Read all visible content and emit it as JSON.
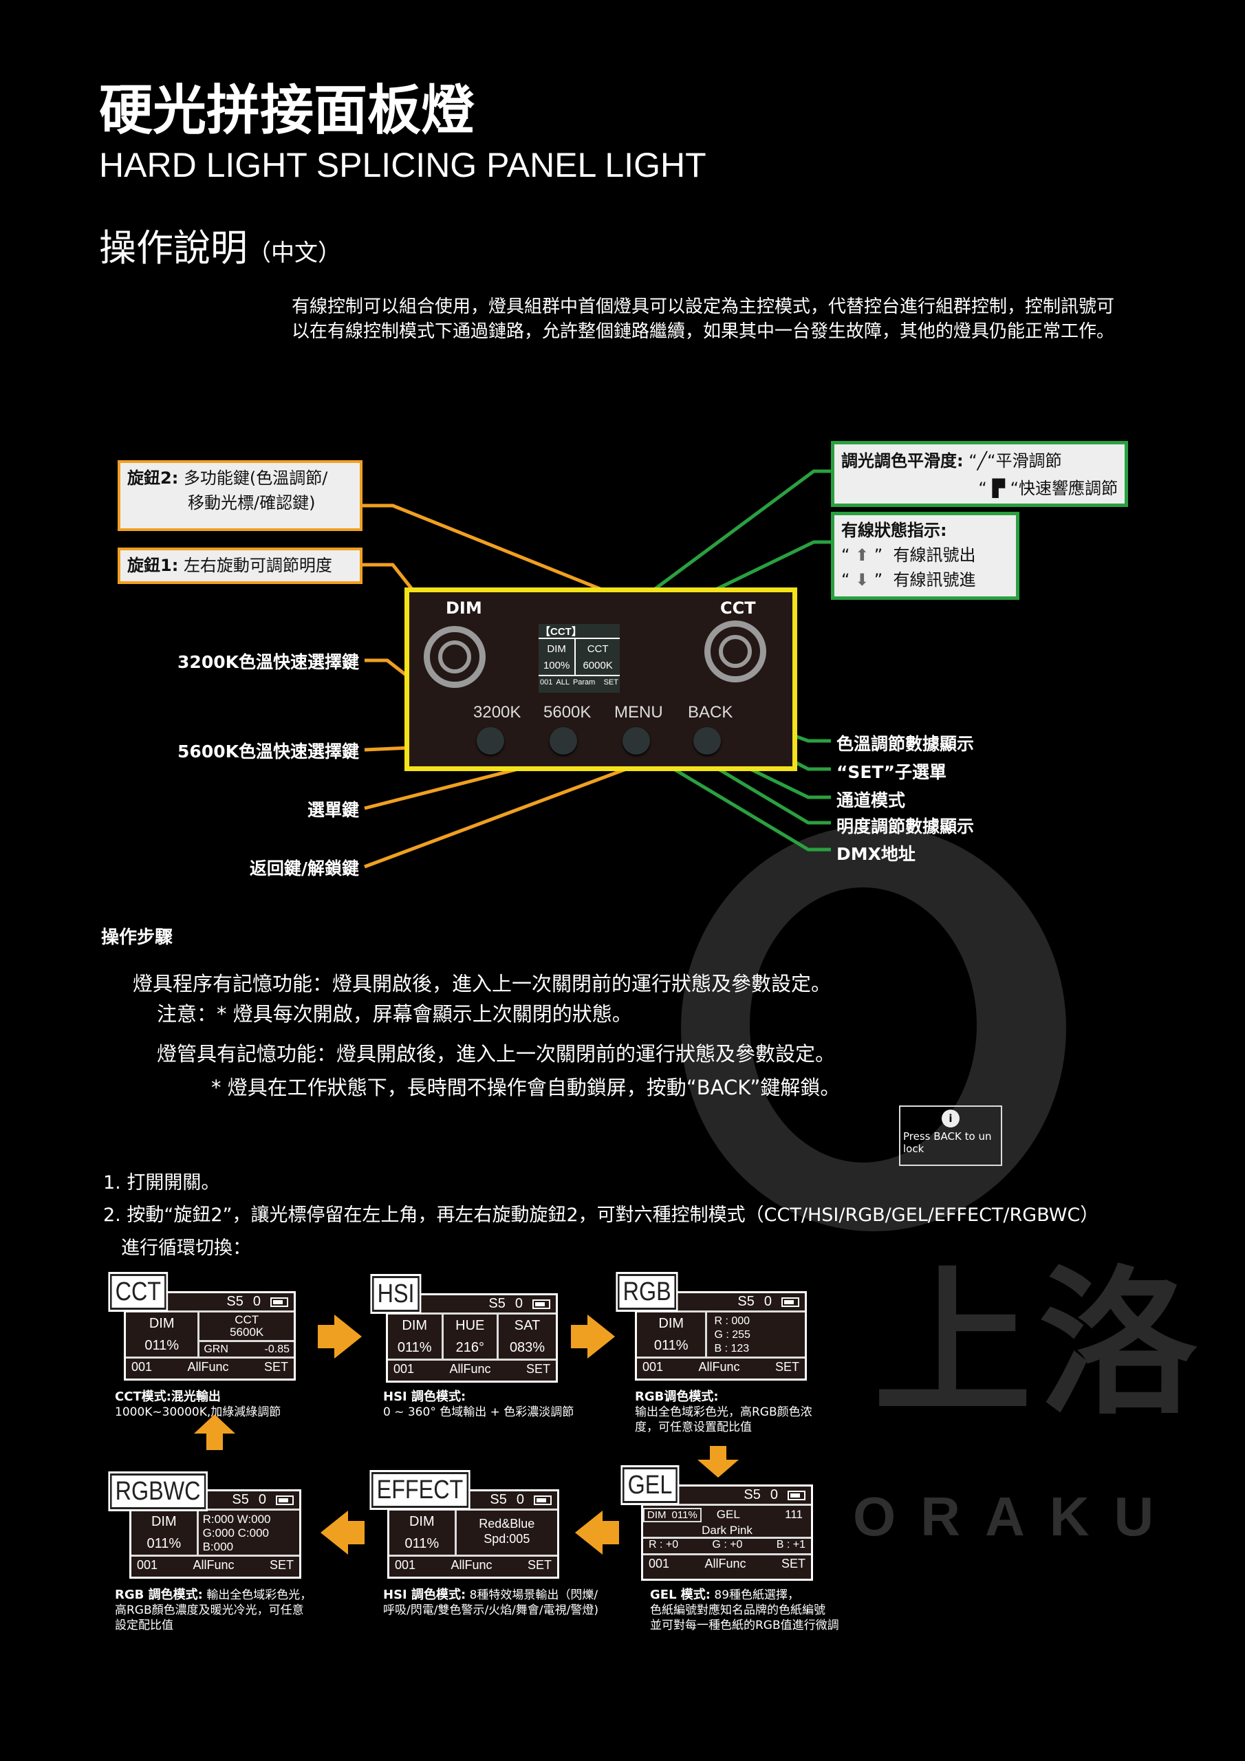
{
  "brand": {
    "logo_text": "上洛",
    "logo_latin": "ORAKU"
  },
  "header": {
    "title": "硬光拼接面板燈",
    "subtitle": "HARD LIGHT SPLICING PANEL LIGHT",
    "section": "操作說明",
    "section_note": "（中文）"
  },
  "intro": "有線控制可以組合使用，燈具組群中首個燈具可以設定為主控模式，代替控台進行組群控制，控制訊號可以在有線控制模式下通過鏈路，允許整個鏈路繼續，如果其中一台發生故障，其他的燈具仍能正常工作。",
  "callouts": {
    "knob2_title": "旋鈕2:",
    "knob2_line1": "多功能鍵(色溫調節/",
    "knob2_line2": "移動光標/確認鍵)",
    "knob1_title": "旋鈕1:",
    "knob1_text": "左右旋動可調節明度",
    "k3200": "3200K色溫快速選擇鍵",
    "k5600": "5600K色溫快速選擇鍵",
    "menu": "選單鍵",
    "back": "返回鍵/解鎖鍵",
    "smooth_title": "調光調色平滑度:",
    "smooth_1": "平滑調節",
    "smooth_2": "快速響應調節",
    "wired_title": "有線狀態指示:",
    "wired_out": "有線訊號出",
    "wired_in": "有線訊號進",
    "cct_display": "色溫調節數據顯示",
    "set_menu": "“SET”子選單",
    "channel_mode": "通道模式",
    "dim_display": "明度調節數據顯示",
    "dmx": "DMX地址"
  },
  "panel": {
    "dim": "DIM",
    "cct": "CCT",
    "buttons": [
      "3200K",
      "5600K",
      "MENU",
      "BACK"
    ],
    "lcd": {
      "mode": "【CCT】",
      "dim_label": "DIM",
      "dim_value": "100%",
      "cct_label": "CCT",
      "cct_value": "6000K",
      "addr": "001",
      "all": "ALL",
      "param": "Param",
      "set": "SET"
    }
  },
  "steps": {
    "heading": "操作步驟",
    "l1": "燈具程序有記憶功能：燈具開啟後，進入上一次關閉前的運行狀態及參數設定。",
    "l2": "注意：* 燈具每次開啟，屏幕會顯示上次關閉的狀態。",
    "l3": "燈管具有記憶功能：燈具開啟後，進入上一次關閉前的運行狀態及參數設定。",
    "l4": "* 燈具在工作狀態下，長時間不操作會自動鎖屏，按動“BACK”鍵解鎖。",
    "lock": "Press BACK to un lock",
    "s1": "1. 打開開關。",
    "s2": "2. 按動“旋鈕2”，讓光標停留在左上角，再左右旋動旋鈕2，可對六種控制模式（CCT/HSI/RGB/GEL/EFFECT/RGBWC）",
    "s2b": "進行循環切換："
  },
  "common": {
    "s": "S5",
    "zero": "0",
    "addr": "001",
    "func": "AllFunc",
    "set": "SET",
    "dim": "DIM",
    "dimv": "011%"
  },
  "screens": {
    "cct": {
      "tag": "CCT",
      "l1": "CCT",
      "l2": "5600K",
      "grn": "GRN",
      "grnv": "-0.85",
      "dt": "CCT模式:混光輸出",
      "d1": "1000K~30000K,加綠減綠調節"
    },
    "hsi": {
      "tag": "HSI",
      "hue": "HUE",
      "huev": "216°",
      "sat": "SAT",
      "satv": "083%",
      "dt": "HSI 調色模式:",
      "d1": "0 ~ 360° 色域輸出 + 色彩濃淡調節"
    },
    "rgb": {
      "tag": "RGB",
      "r": "R : 000",
      "g": "G : 255",
      "b": "B : 123",
      "dt": "RGB调色模式:",
      "d1": "输出全色域彩色光，高RGB颜色浓",
      "d2": "度，可任意设置配比值"
    },
    "gel": {
      "tag": "GEL",
      "dim": "DIM",
      "dimv": "011%",
      "gel": "GEL",
      "gelv": "111",
      "name": "Dark Pink",
      "r": "R : +0",
      "g": "G : +0",
      "b": "B : +1",
      "dt": "GEL 模式:",
      "d0": "89種色紙選擇，",
      "d1": "色紙編號對應知名品牌的色紙編號",
      "d2": "並可對每一種色紙的RGB值進行微調"
    },
    "effect": {
      "tag": "EFFECT",
      "l1": "Red&Blue",
      "l2": "Spd:005",
      "dt": "HSI 調色模式:",
      "d0": "8種特效場景輸出（閃爍/",
      "d1": "呼吸/閃電/雙色警示/火焰/舞會/電視/警燈)"
    },
    "rgbwc": {
      "tag": "RGBWC",
      "l1": "R:000 W:000",
      "l2": "G:000  C:000",
      "l3": "B:000",
      "dt": "RGB 調色模式:",
      "d0": "輸出全色域彩色光，",
      "d1": "高RGB顏色濃度及暖光冷光，可任意",
      "d2": "設定配比值"
    }
  },
  "colors": {
    "orange": "#f0a020",
    "green": "#2aa040",
    "yellow": "#f4e21a"
  }
}
